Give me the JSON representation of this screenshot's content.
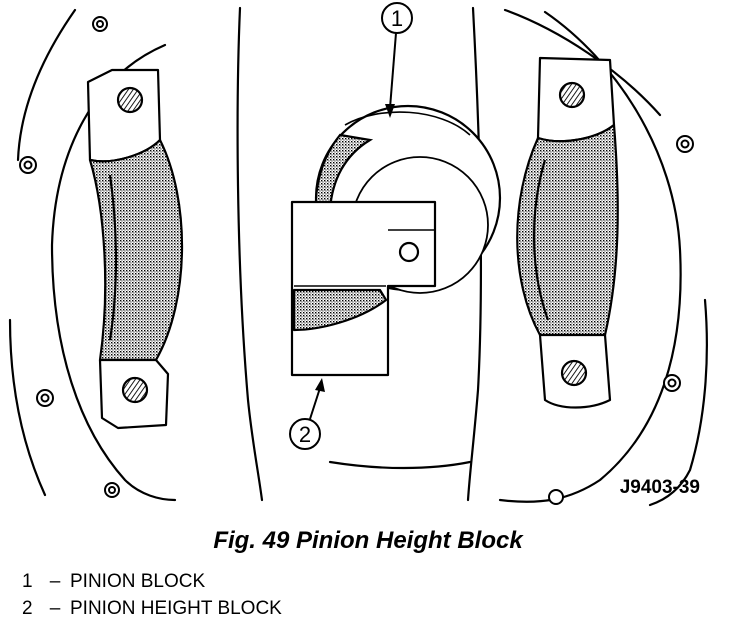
{
  "figure": {
    "reference_code": "J9403-39",
    "callouts": [
      {
        "number": "1"
      },
      {
        "number": "2"
      }
    ]
  },
  "caption": "Fig. 49 Pinion Height Block",
  "legend": [
    {
      "number": "1",
      "separator": "–",
      "label": "PINION BLOCK"
    },
    {
      "number": "2",
      "separator": "–",
      "label": "PINION HEIGHT BLOCK"
    }
  ]
}
